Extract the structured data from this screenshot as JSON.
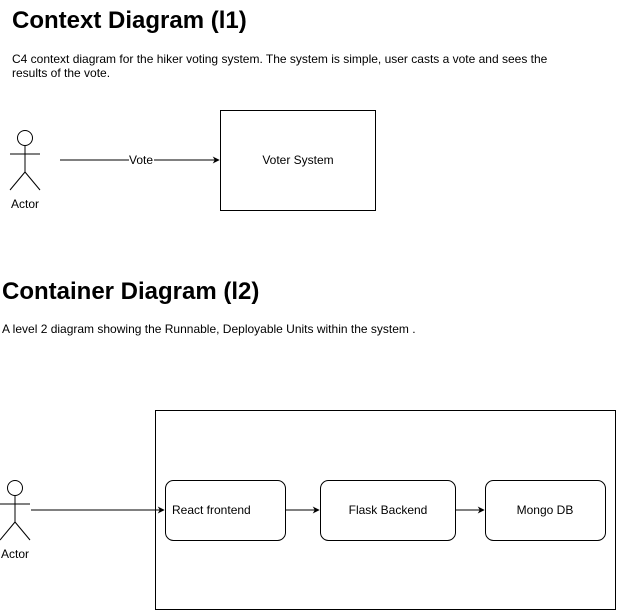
{
  "context": {
    "title": "Context Diagram (l1)",
    "description": "C4 context diagram for the hiker voting system. The system is simple, user casts a vote and sees the results of the vote.",
    "actor_label": "Actor",
    "edge_label": "Vote",
    "system_label": "Voter System"
  },
  "container": {
    "title": "Container Diagram (l2)",
    "description": "A level 2 diagram showing the Runnable, Deployable Units within the system .",
    "actor_label": "Actor",
    "nodes": [
      {
        "label": "React frontend"
      },
      {
        "label": "Flask Backend"
      },
      {
        "label": "Mongo DB"
      }
    ]
  }
}
